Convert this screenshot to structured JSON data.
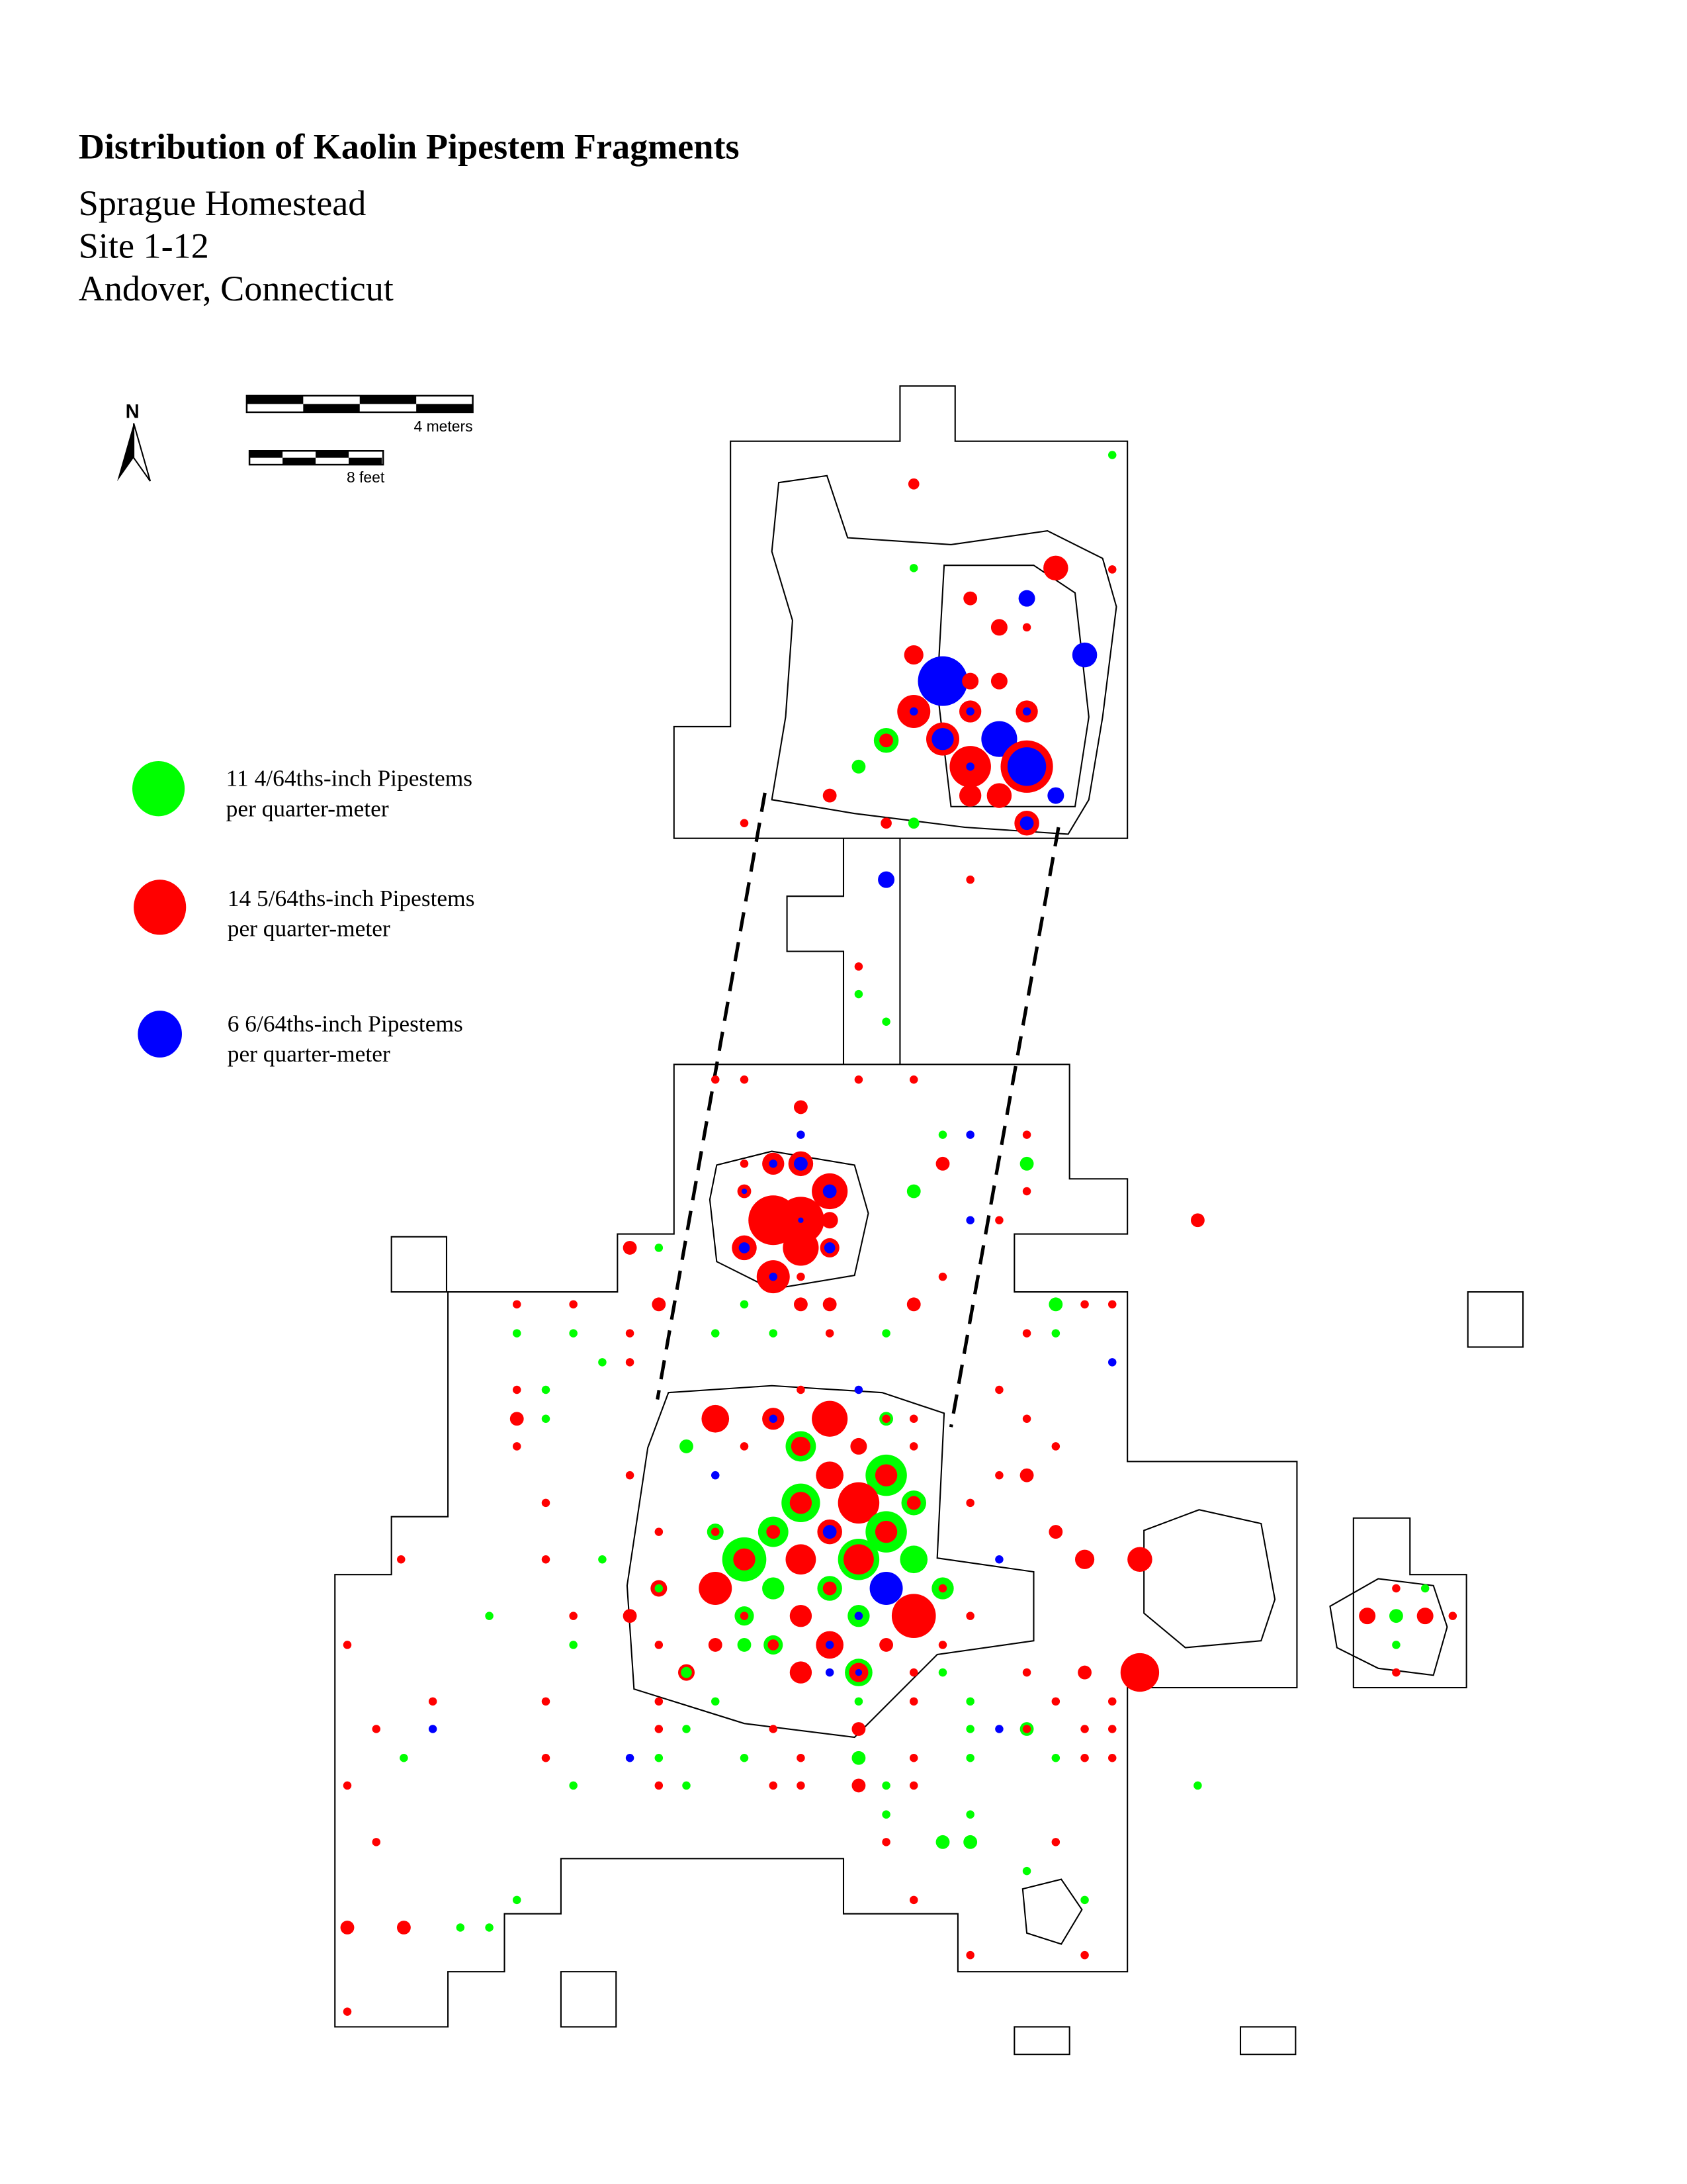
{
  "title": "Distribution of Kaolin Pipestem Fragments",
  "subtitle_lines": [
    "Sprague Homestead",
    "Site 1-12",
    "Andover, Connecticut"
  ],
  "north_arrow": {
    "label": "N",
    "icon": "north-arrow-icon"
  },
  "scale_bars": {
    "metric_label": "4 meters",
    "imperial_label": "8 feet"
  },
  "legend": [
    {
      "line1": "11 4/64ths-inch Pipestems",
      "line2": "per quarter-meter",
      "color": "#00ff00"
    },
    {
      "line1": "14 5/64ths-inch Pipestems",
      "line2": "per quarter-meter",
      "color": "#ff0000"
    },
    {
      "line1": "6 6/64ths-inch Pipestems",
      "line2": "per quarter-meter",
      "color": "#0000ff"
    }
  ]
}
